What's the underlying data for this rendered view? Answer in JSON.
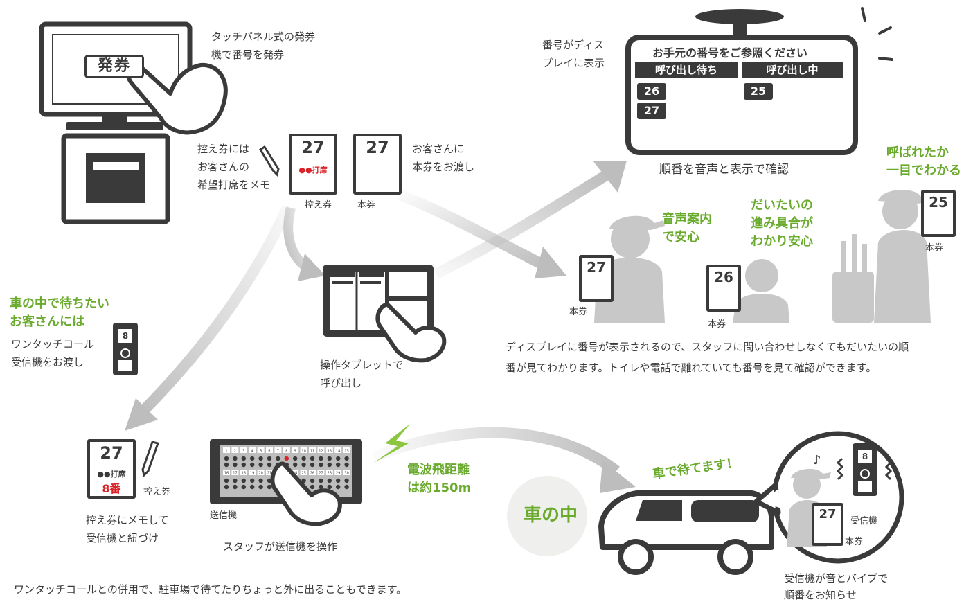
{
  "colors": {
    "accent_green": "#6aab2e",
    "dark": "#3a3a3a",
    "arrow_gray": "#bdbdbd",
    "memo_red": "#d8242a"
  },
  "kiosk": {
    "button_label": "発券",
    "caption_line1": "タッチパネル式の発券",
    "caption_line2": "機で番号を発券"
  },
  "stub": {
    "note_line1": "控え券には",
    "note_line2": "お客さんの",
    "note_line3": "希望打席をメモ",
    "number": "27",
    "memo": "●●打席",
    "label": "控え券"
  },
  "main_ticket": {
    "number": "27",
    "label": "本券",
    "caption_line1": "お客さんに",
    "caption_line2": "本券をお渡し"
  },
  "display": {
    "caption_line1": "番号がディス",
    "caption_line2": "プレイに表示",
    "title": "お手元の番号をご参照ください",
    "col_waiting": "呼び出し待ち",
    "col_calling": "呼び出し中",
    "waiting_numbers": [
      "26",
      "27"
    ],
    "calling_numbers": [
      "25"
    ],
    "below_caption": "順番を音声と表示で確認"
  },
  "tablet": {
    "caption_line1": "操作タブレットで",
    "caption_line2": "呼び出し"
  },
  "customers": {
    "green_voice_line1": "音声案内",
    "green_voice_line2": "で安心",
    "green_progress_line1": "だいたいの",
    "green_progress_line2": "進み具合が",
    "green_progress_line3": "わかり安心",
    "green_glance_line1": "呼ばれたか",
    "green_glance_line2": "一目でわかる",
    "ticket_a": {
      "number": "27",
      "label": "本券"
    },
    "ticket_b": {
      "number": "26",
      "label": "本券"
    },
    "ticket_c": {
      "number": "25",
      "label": "本券"
    }
  },
  "explain": {
    "line1": "ディスプレイに番号が表示されるので、スタッフに問い合わせしなくてもだいたいの順",
    "line2": "番が見てわかります。トイレや電話で離れていても番号を見て確認ができます。"
  },
  "car_wait": {
    "green_line1": "車の中で待ちたい",
    "green_line2": "お客さんには",
    "caption_line1": "ワンタッチコール",
    "caption_line2": "受信機をお渡し",
    "pager_number": "8"
  },
  "stub2": {
    "number": "27",
    "memo1": "●●打席",
    "memo2": "8番",
    "label": "控え券",
    "caption_line1": "控え券にメモして",
    "caption_line2": "受信機と紐づけ"
  },
  "transmitter": {
    "label": "送信機",
    "caption": "スタッフが送信機を操作",
    "row1": [
      "1",
      "2",
      "3",
      "4",
      "5",
      "6",
      "7",
      "8",
      "9",
      "10",
      "11",
      "12",
      "13",
      "14",
      "15"
    ],
    "row2": [
      "16",
      "17",
      "18",
      "19",
      "20",
      "21",
      "22",
      "23",
      "24",
      "25",
      "26",
      "27",
      "28",
      "29",
      "30"
    ]
  },
  "radio": {
    "green_line1": "電波飛距離",
    "green_line2": "は約150m"
  },
  "car": {
    "bubble_label": "車の中",
    "green_caption": "車で待てます！",
    "pager_number": "8",
    "pager_label": "受信機",
    "ticket_number": "27",
    "ticket_label": "本券",
    "caption_line1": "受信機が音とバイブで",
    "caption_line2": "順番をお知らせ"
  },
  "footer": "ワンタッチコールとの併用で、駐車場で待てたりちょっと外に出ることもできます。"
}
